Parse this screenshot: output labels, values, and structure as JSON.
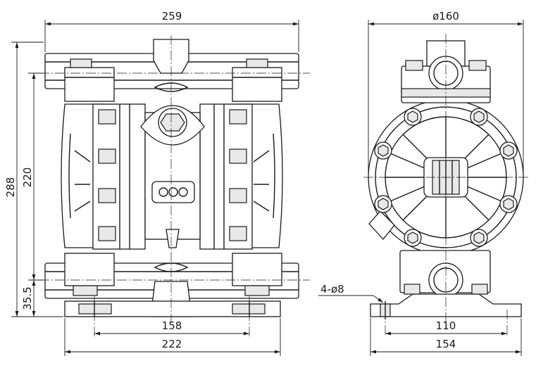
{
  "dimensions": {
    "front_width_top": "259",
    "front_height_total": "288",
    "front_height_inner": "220",
    "front_base_height": "35.5",
    "front_bolt_spacing": "158",
    "front_base_width": "222",
    "side_diameter": "ø160",
    "side_holes": "4-ø8",
    "side_bolt_spacing": "110",
    "side_base_width": "154"
  }
}
